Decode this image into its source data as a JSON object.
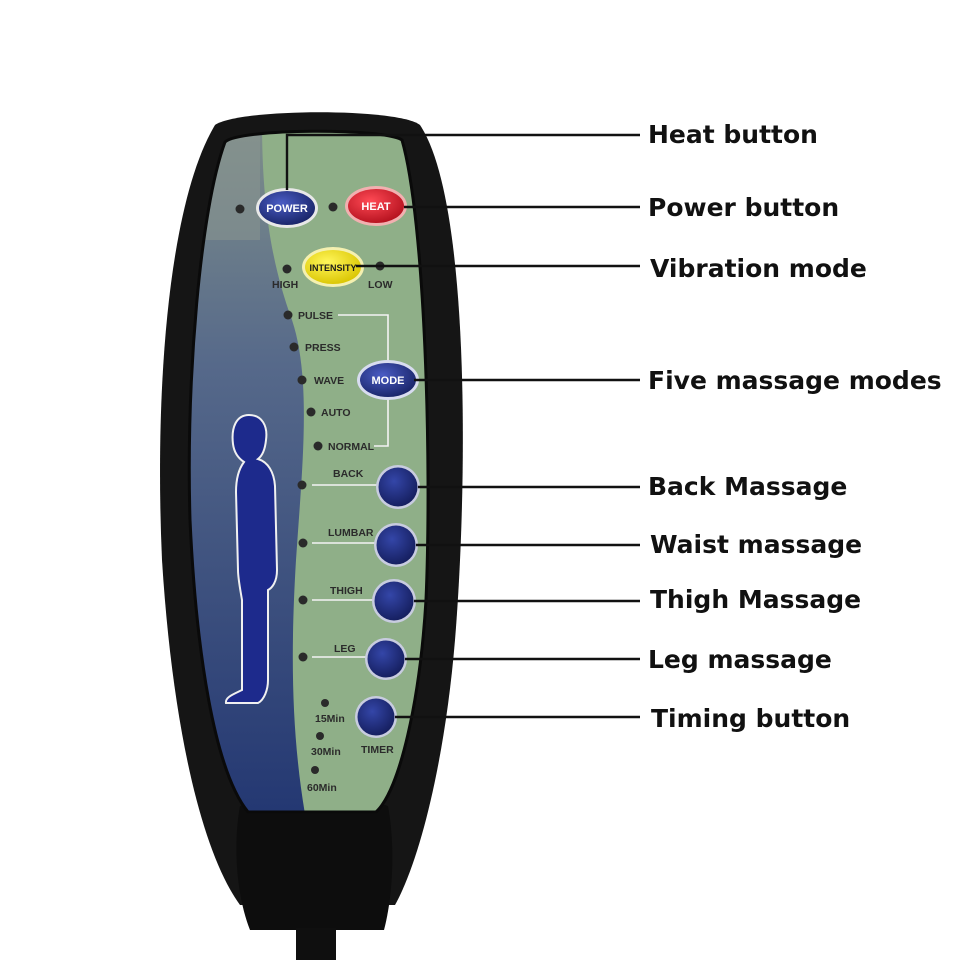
{
  "remote": {
    "power_label": "POWER",
    "heat_label": "HEAT",
    "intensity_label": "INTENSITY",
    "high_label": "HIGH",
    "low_label": "LOW",
    "modes": [
      "PULSE",
      "PRESS",
      "WAVE",
      "AUTO",
      "NORMAL"
    ],
    "mode_label": "MODE",
    "zones": [
      "BACK",
      "LUMBAR",
      "THIGH",
      "LEG"
    ],
    "timer_label": "TIMER",
    "timer_options": [
      "15Min",
      "30Min",
      "60Min"
    ]
  },
  "callouts": {
    "heat": "Heat button",
    "power": "Power button",
    "vibration": "Vibration mode",
    "modes": "Five massage modes",
    "back": "Back Massage",
    "waist": "Waist massage",
    "thigh": "Thigh Massage",
    "leg": "Leg massage",
    "timing": "Timing button"
  },
  "colors": {
    "panel_green": "#8faf88",
    "panel_blue": "#2c3f75",
    "body_black": "#151515",
    "power_blue": "#2f3fa0",
    "heat_red": "#d8182a",
    "intensity_yellow": "#f1e020",
    "zone_button": "#1c2a78",
    "figure_blue": "#1d2a8c"
  }
}
